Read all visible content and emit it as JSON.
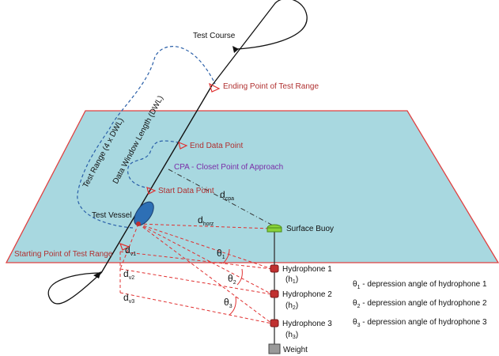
{
  "colors": {
    "water_fill": "#a8d8e0",
    "water_stroke": "#e04040",
    "course_line": "#111111",
    "dashed_red": "#e03030",
    "dashed_blue": "#2a5fa8",
    "vessel": "#2d6fb5",
    "buoy": "#8ad23a",
    "hydrophone": "#c03030",
    "label_red": "#b03030",
    "label_purple": "#7a2ea8"
  },
  "labels": {
    "test_course": "Test Course",
    "ending_point": "Ending Point of Test Range",
    "starting_point": "Starting Point of Test Range",
    "test_range": "Test Range (4 x DWL)",
    "data_window": "Data Window Length (DWL)",
    "end_data_point": "End Data Point",
    "start_data_point": "Start Data Point",
    "cpa": "CPA - Closet Point of Approach",
    "test_vessel": "Test Vessel",
    "surface_buoy": "Surface Buoy",
    "weight": "Weight"
  },
  "symbols": {
    "d": "d",
    "cpa_sub": "cpa",
    "horz_sub": "horz",
    "v1_sub": "v1",
    "v2_sub": "v2",
    "v3_sub": "v3",
    "theta": "θ",
    "t1_sub": "1",
    "t2_sub": "2",
    "t3_sub": "3"
  },
  "hydrophones": [
    {
      "name": "Hydrophone 1",
      "h_prefix": "(h",
      "h_sub": "1",
      "h_suffix": ")"
    },
    {
      "name": "Hydrophone 2",
      "h_prefix": "(h",
      "h_sub": "2",
      "h_suffix": ")"
    },
    {
      "name": "Hydrophone 3",
      "h_prefix": "(h",
      "h_sub": "3",
      "h_suffix": ")"
    }
  ],
  "legend": [
    {
      "symbol": "θ",
      "sub": "1",
      "text": " - depression angle of hydrophone 1"
    },
    {
      "symbol": "θ",
      "sub": "2",
      "text": " - depression angle of hydrophone 2"
    },
    {
      "symbol": "θ",
      "sub": "3",
      "text": " - depression angle of hydrophone 3"
    }
  ]
}
